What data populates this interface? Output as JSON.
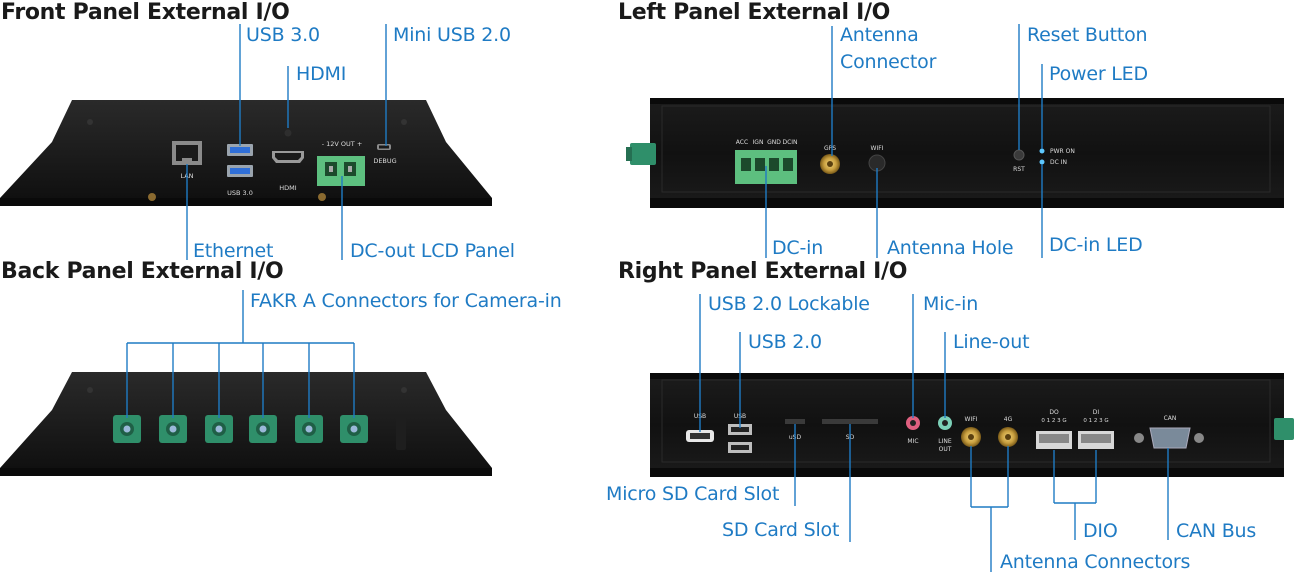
{
  "titles": {
    "front": "Front Panel External I/O",
    "back": "Back Panel External I/O",
    "left": "Left Panel External I/O",
    "right": "Right Panel External I/O"
  },
  "callouts": {
    "usb30": "USB 3.0",
    "hdmi": "HDMI",
    "mini_usb": "Mini USB 2.0",
    "ethernet": "Ethernet",
    "dc_out_lcd": "DC-out LCD Panel",
    "fakra": "FAKR A Connectors for Camera-in",
    "antenna_connector_1": "Antenna",
    "antenna_connector_2": "Connector",
    "reset_button": "Reset Button",
    "power_led": "Power LED",
    "dc_in": "DC-in",
    "antenna_hole": "Antenna Hole",
    "dc_in_led": "DC-in LED",
    "usb20_lockable": "USB 2.0 Lockable",
    "usb20": "USB 2.0",
    "mic_in": "Mic-in",
    "line_out": "Line-out",
    "micro_sd": "Micro SD Card Slot",
    "sd_card": "SD Card Slot",
    "dio": "DIO",
    "can_bus": "CAN Bus",
    "antenna_connectors": "Antenna Connectors"
  },
  "panel_labels": {
    "lan": "LAN",
    "usb30": "USB 3.0",
    "hdmi": "HDMI",
    "twelve_v_out": "- 12V OUT +",
    "debug": "DEBUG",
    "acc": "ACC",
    "ign": "IGN",
    "gnd": "GND",
    "dcin": "DCIN",
    "gps": "GPS",
    "wifi": "WIFI",
    "rst": "RST",
    "pwr_on": "PWR ON",
    "dc_in": "DC IN",
    "usb": "USB",
    "usd": "uSD",
    "sd": "SD",
    "mic": "MIC",
    "line": "LINE",
    "out": "OUT",
    "wifi_r": "WIFI",
    "four_g": "4G",
    "do": "DO",
    "di": "DI",
    "pins": "0 1 2 3 G",
    "can": "CAN"
  },
  "colors": {
    "callout_blue": "#1f7bc4",
    "chassis": "#141414",
    "terminal_green": "#4caf6e",
    "fakra_green": "#2f8f6a",
    "gold": "#c9a040"
  }
}
